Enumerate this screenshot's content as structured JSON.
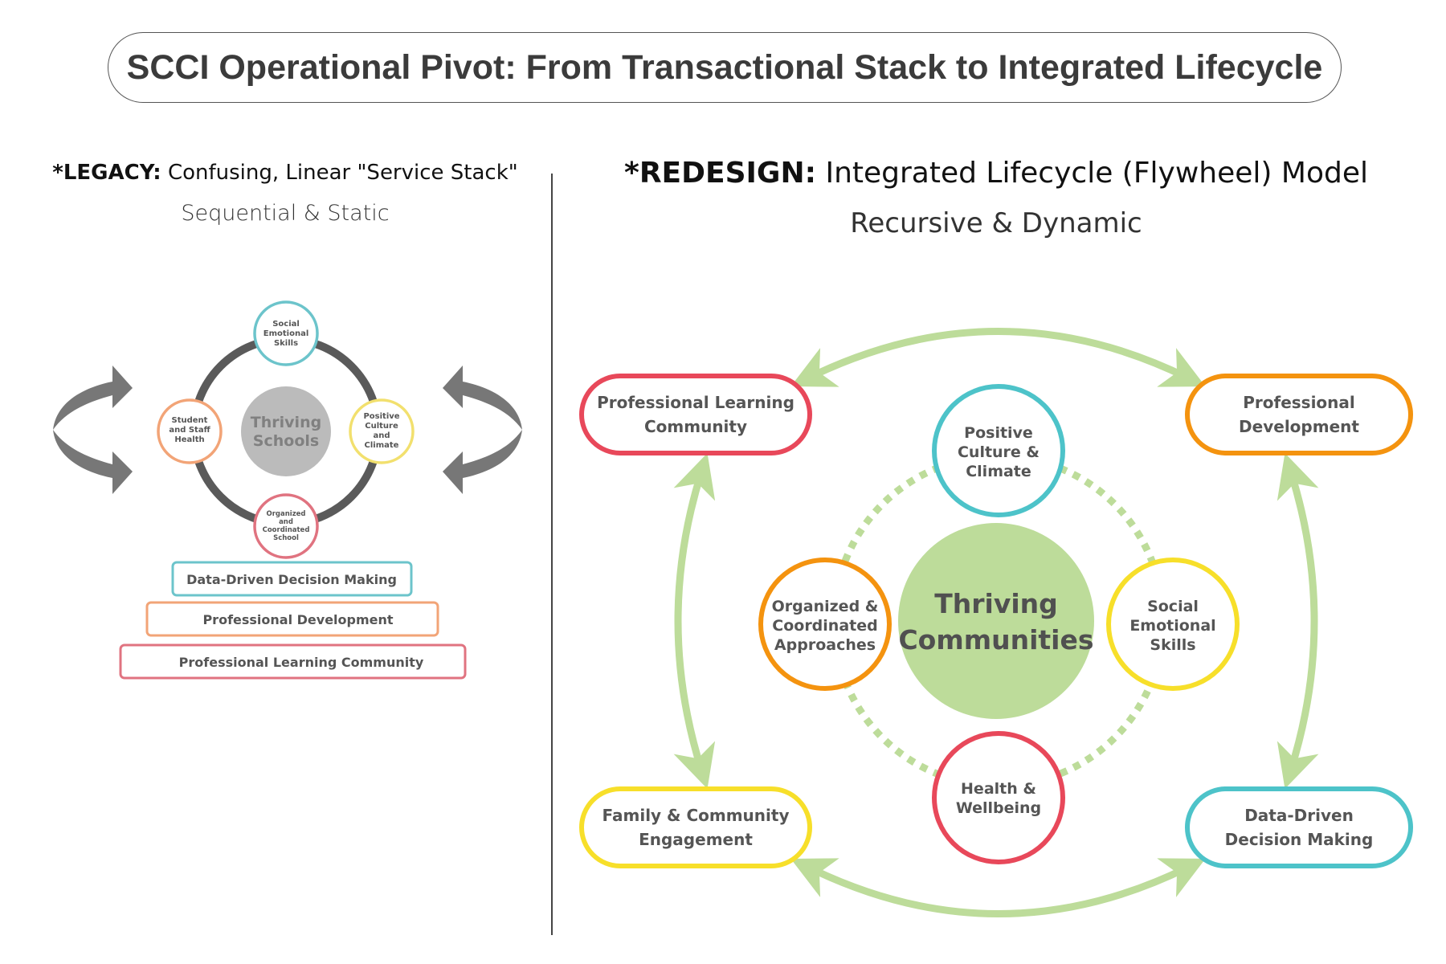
{
  "title": "SCCI Operational Pivot: From Transactional Stack to Integrated Lifecycle",
  "legacy": {
    "heading_bold": "*LEGACY:",
    "heading_rest": " Confusing, Linear \"Service Stack\"",
    "subtitle": "Sequential & Static",
    "hub": [
      "Thriving",
      "Schools"
    ],
    "nodes": {
      "top": [
        "Social",
        "Emotional",
        "Skills"
      ],
      "right": [
        "Positive",
        "Culture",
        "and",
        "Climate"
      ],
      "bottom": [
        "Organized",
        "and",
        "Coordinated",
        "School"
      ],
      "left": [
        "Student",
        "and Staff",
        "Health"
      ]
    },
    "stack": [
      "Data-Driven Decision Making",
      "Professional Development",
      "Professional Learning Community"
    ]
  },
  "redesign": {
    "heading_bold": "*REDESIGN:",
    "heading_rest": " Integrated Lifecycle (Flywheel) Model",
    "subtitle": "Recursive & Dynamic",
    "hub": [
      "Thriving",
      "Communities"
    ],
    "inner": {
      "top": [
        "Positive",
        "Culture &",
        "Climate"
      ],
      "right": [
        "Social",
        "Emotional",
        "Skills"
      ],
      "bottom": [
        "Health &",
        "Wellbeing"
      ],
      "left": [
        "Organized &",
        "Coordinated",
        "Approaches"
      ]
    },
    "outer": {
      "top_left": [
        "Professional Learning",
        "Community"
      ],
      "top_right": [
        "Professional",
        "Development"
      ],
      "bottom_left": [
        "Family & Community",
        "Engagement"
      ],
      "bottom_right": [
        "Data-Driven",
        "Decision Making"
      ]
    }
  },
  "colors": {
    "teal": "#4dc3c9",
    "yellow": "#f7df2a",
    "red": "#e8485a",
    "orange": "#f4930f",
    "green": "#bddc9a"
  }
}
